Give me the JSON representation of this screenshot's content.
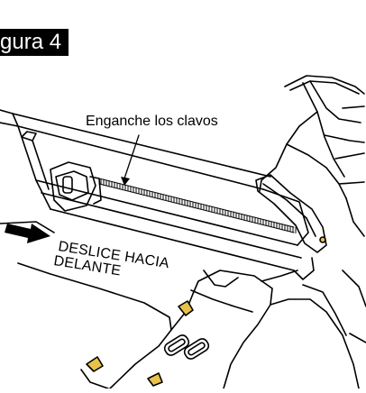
{
  "figure": {
    "label": "gura 4",
    "callout": "Enganche los clavos",
    "slide_line_1": "DESLICE HACIA",
    "slide_line_2": "DELANTE"
  },
  "colors": {
    "ink": "#000000",
    "paper": "#ffffff",
    "label_bg": "#000000",
    "label_fg": "#ffffff",
    "accent_tab": "#e8c24a"
  },
  "icons": {
    "arrow": "right-arrow-icon"
  }
}
